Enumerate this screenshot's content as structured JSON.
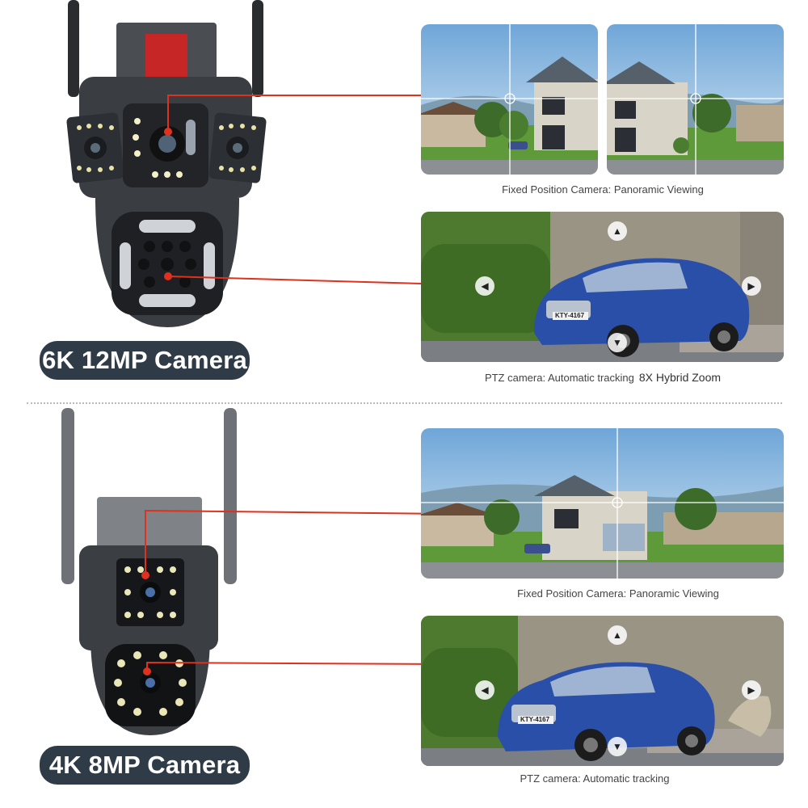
{
  "top": {
    "badge": "6K 12MP Camera",
    "caption_fixed": "Fixed Position Camera: Panoramic Viewing",
    "caption_ptz": "PTZ camera: Automatic tracking",
    "zoom_label": "8X Hybrid Zoom",
    "plate": "KTY-4167"
  },
  "bottom": {
    "badge": "4K 8MP Camera",
    "caption_fixed": "Fixed Position Camera: Panoramic Viewing",
    "caption_ptz": "PTZ camera: Automatic tracking",
    "plate": "KTY-4167"
  },
  "colors": {
    "badge_bg": "#2f3b47",
    "pointer_line": "#e0301e",
    "camera_body": "#3a3d42",
    "sky": "#9fc3e6",
    "grass": "#5e9a3a",
    "car": "#2a4fa8"
  },
  "icons": {
    "up": "▲",
    "down": "▼",
    "left": "◀",
    "right": "▶"
  }
}
